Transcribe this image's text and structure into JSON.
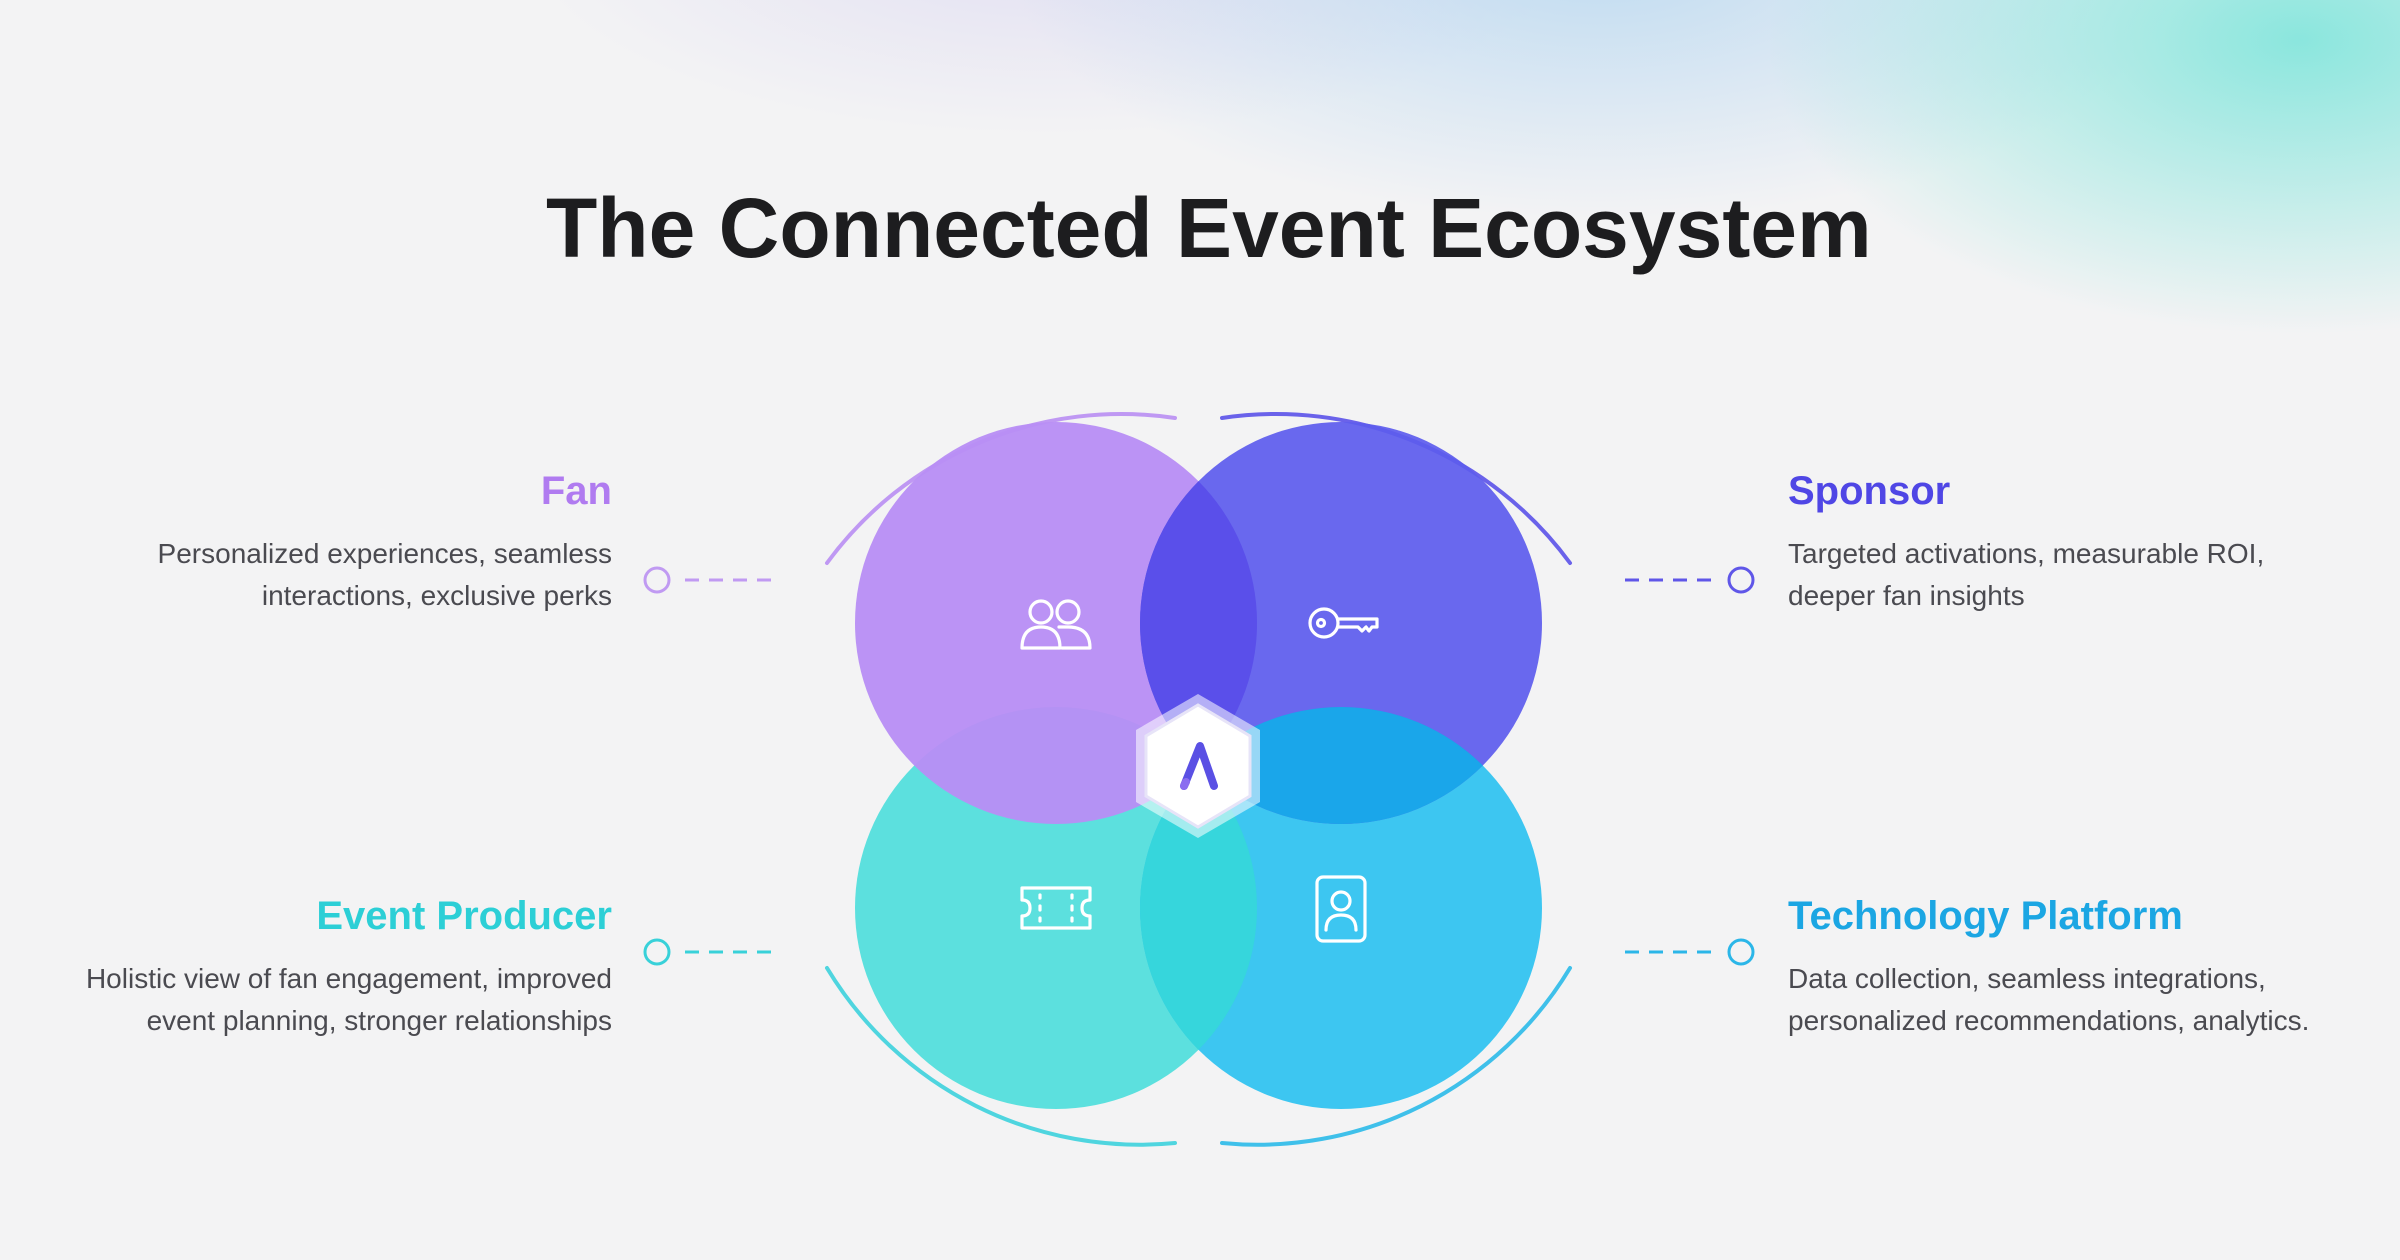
{
  "title": "The Connected Event Ecosystem",
  "colors": {
    "fan": "#b88ff5",
    "sponsor": "#6262ee",
    "producer": "#4fdedb",
    "platform": "#32c3f0",
    "fan_text": "#b07bf0",
    "sponsor_text": "#4f46e5",
    "producer_text": "#2ccfd6",
    "platform_text": "#1ba6e3"
  },
  "segments": {
    "fan": {
      "name": "Fan",
      "icon": "people-icon",
      "desc_line1": "Personalized experiences, seamless",
      "desc_line2": "interactions, exclusive perks"
    },
    "sponsor": {
      "name": "Sponsor",
      "icon": "key-icon",
      "desc_line1": "Targeted activations, measurable ROI,",
      "desc_line2": "deeper fan insights"
    },
    "producer": {
      "name": "Event Producer",
      "icon": "ticket-icon",
      "desc_line1": "Holistic view of fan engagement, improved",
      "desc_line2": "event planning, stronger relationships"
    },
    "platform": {
      "name": "Technology Platform",
      "icon": "id-badge-icon",
      "desc_line1": "Data collection, seamless integrations,",
      "desc_line2": "personalized recommendations, analytics."
    }
  },
  "center_logo": "hexagon-logo-icon"
}
